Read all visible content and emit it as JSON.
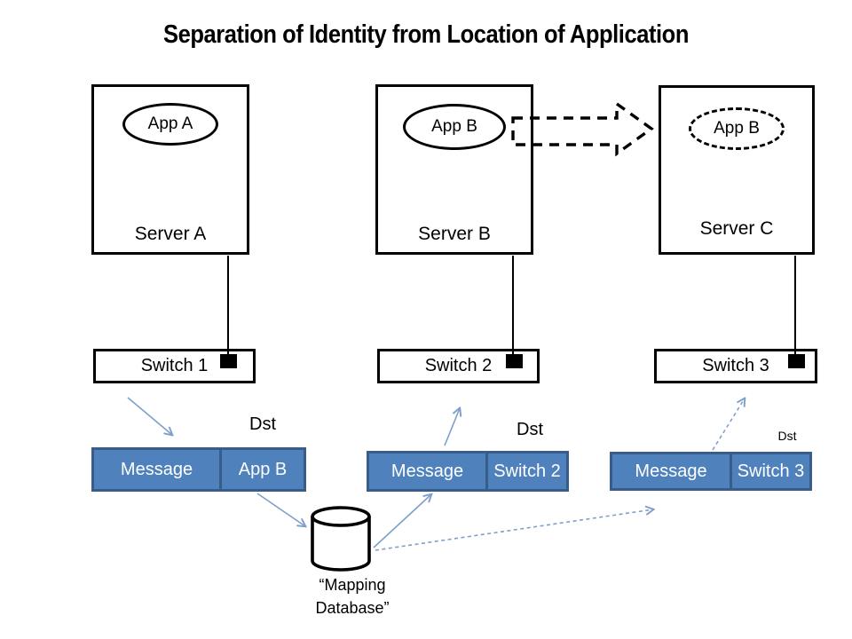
{
  "title": "Separation of Identity from Location of Application",
  "servers": [
    {
      "name": "Server A",
      "app": "App A",
      "app_outline": "solid"
    },
    {
      "name": "Server B",
      "app": "App B",
      "app_outline": "solid"
    },
    {
      "name": "Server C",
      "app": "App B",
      "app_outline": "dashed"
    }
  ],
  "switches": [
    {
      "label": "Switch 1"
    },
    {
      "label": "Switch 2"
    },
    {
      "label": "Switch 3"
    }
  ],
  "messages": [
    {
      "dst_label": "Dst",
      "field1": "Message",
      "field2": "App B"
    },
    {
      "dst_label": "Dst",
      "field1": "Message",
      "field2": "Switch 2"
    },
    {
      "dst_label": "Dst",
      "field1": "Message",
      "field2": "Switch 3"
    }
  ],
  "database": {
    "label_line1": "“Mapping",
    "label_line2": "Database”"
  },
  "arrows": [
    {
      "from": "app-b-server-b",
      "to": "app-b-server-c",
      "style": "dashed-block-arrow"
    },
    {
      "from": "switch-1",
      "to": "message-1",
      "style": "solid-blue"
    },
    {
      "from": "message-1",
      "to": "mapping-database",
      "style": "solid-blue"
    },
    {
      "from": "mapping-database",
      "to": "message-2",
      "style": "solid-blue"
    },
    {
      "from": "message-2",
      "to": "switch-2",
      "style": "solid-blue"
    },
    {
      "from": "mapping-database",
      "to": "message-3",
      "style": "dotted-blue"
    },
    {
      "from": "message-3",
      "to": "switch-3",
      "style": "dotted-blue"
    }
  ],
  "colors": {
    "message_fill": "#4F81BD",
    "message_border": "#385D8A",
    "arrow_blue": "#7DA0CB",
    "outline_black": "#000000",
    "message_text": "#FFFFFF"
  }
}
